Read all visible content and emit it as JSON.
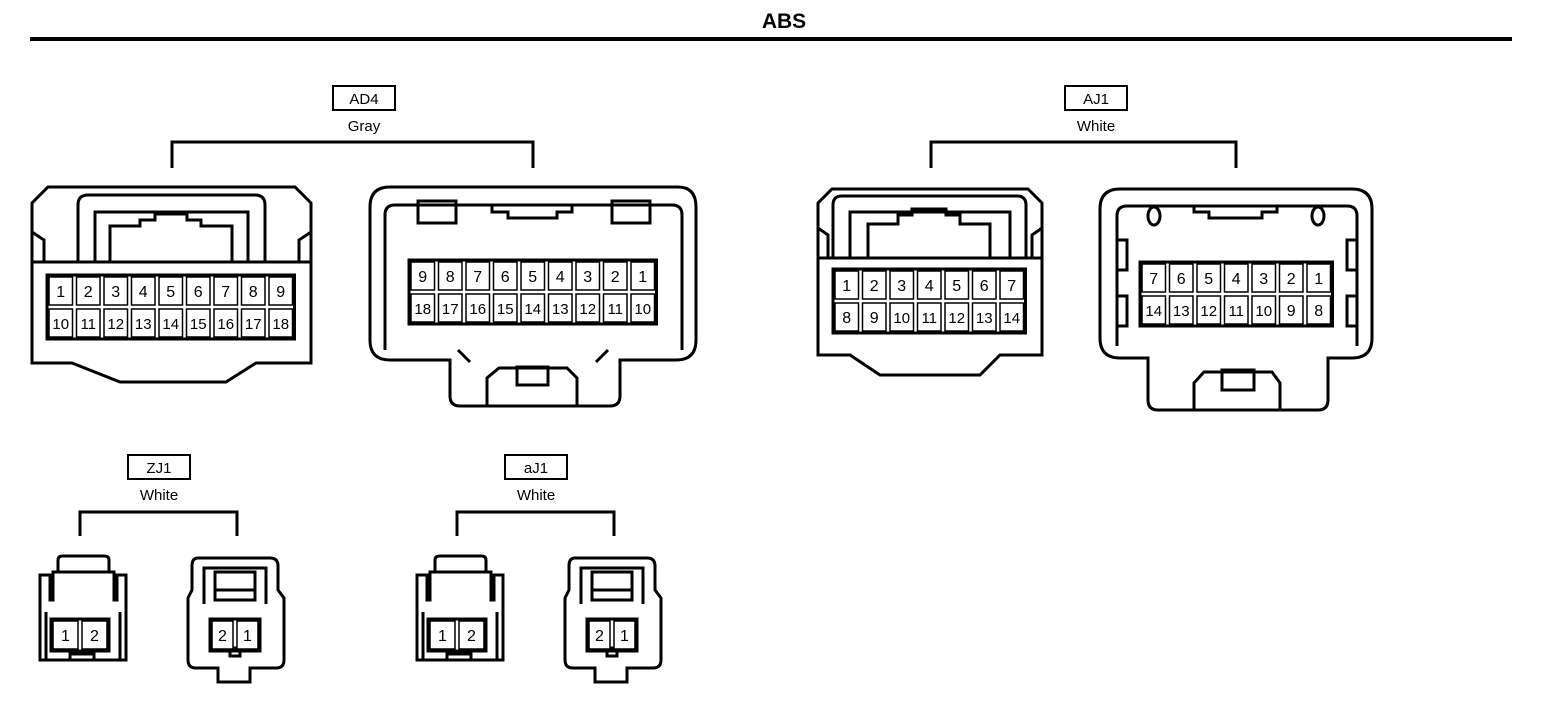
{
  "title": "ABS",
  "connectors": [
    {
      "id": "AD4",
      "color": "Gray",
      "female_pins": [
        [
          "1",
          "2",
          "3",
          "4",
          "5",
          "6",
          "7",
          "8",
          "9"
        ],
        [
          "10",
          "11",
          "12",
          "13",
          "14",
          "15",
          "16",
          "17",
          "18"
        ]
      ],
      "male_pins": [
        [
          "9",
          "8",
          "7",
          "6",
          "5",
          "4",
          "3",
          "2",
          "1"
        ],
        [
          "18",
          "17",
          "16",
          "15",
          "14",
          "13",
          "12",
          "11",
          "10"
        ]
      ]
    },
    {
      "id": "AJ1",
      "color": "White",
      "female_pins": [
        [
          "1",
          "2",
          "3",
          "4",
          "5",
          "6",
          "7"
        ],
        [
          "8",
          "9",
          "10",
          "11",
          "12",
          "13",
          "14"
        ]
      ],
      "male_pins": [
        [
          "7",
          "6",
          "5",
          "4",
          "3",
          "2",
          "1"
        ],
        [
          "14",
          "13",
          "12",
          "11",
          "10",
          "9",
          "8"
        ]
      ]
    },
    {
      "id": "ZJ1",
      "color": "White",
      "female_pins": [
        [
          "1",
          "2"
        ]
      ],
      "male_pins": [
        [
          "2",
          "1"
        ]
      ]
    },
    {
      "id": "aJ1",
      "color": "White",
      "female_pins": [
        [
          "1",
          "2"
        ]
      ],
      "male_pins": [
        [
          "2",
          "1"
        ]
      ]
    }
  ]
}
